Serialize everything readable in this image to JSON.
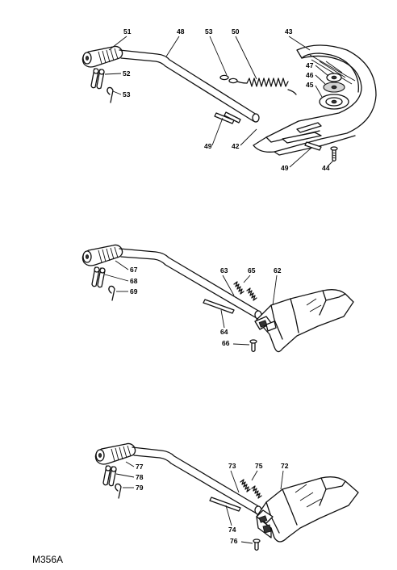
{
  "diagram_code": "M356A",
  "assemblies": [
    {
      "id": "top",
      "labels": [
        "51",
        "48",
        "53",
        "50",
        "43",
        "52",
        "53",
        "47",
        "46",
        "45",
        "49",
        "42",
        "49",
        "44"
      ]
    },
    {
      "id": "middle",
      "labels": [
        "67",
        "68",
        "69",
        "63",
        "65",
        "62",
        "64",
        "66"
      ]
    },
    {
      "id": "bottom",
      "labels": [
        "77",
        "78",
        "79",
        "73",
        "75",
        "72",
        "74",
        "76"
      ]
    }
  ]
}
